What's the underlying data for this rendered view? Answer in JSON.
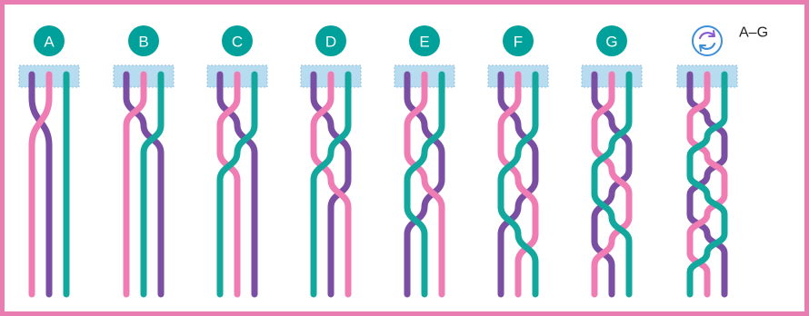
{
  "steps": [
    {
      "label": "A",
      "order": [
        "purple",
        "pink",
        "teal"
      ],
      "crossings": 1
    },
    {
      "label": "B",
      "order": [
        "purple",
        "pink",
        "teal"
      ],
      "crossings": 2
    },
    {
      "label": "C",
      "order": [
        "purple",
        "pink",
        "teal"
      ],
      "crossings": 3
    },
    {
      "label": "D",
      "order": [
        "purple",
        "pink",
        "teal"
      ],
      "crossings": 4
    },
    {
      "label": "E",
      "order": [
        "purple",
        "pink",
        "teal"
      ],
      "crossings": 5
    },
    {
      "label": "F",
      "order": [
        "purple",
        "pink",
        "teal"
      ],
      "crossings": 6
    },
    {
      "label": "G",
      "order": [
        "purple",
        "pink",
        "teal"
      ],
      "crossings": 7
    },
    {
      "label": "",
      "order": [
        "purple",
        "pink",
        "teal"
      ],
      "crossings": 9,
      "repeat": true
    }
  ],
  "repeat_label": "A–G",
  "colors": {
    "frame": "#e97cb1",
    "badge": "#00a19a",
    "purple": "#7a4ea3",
    "pink": "#f07cb4",
    "teal": "#12a89d",
    "tape": "#b7dcf0",
    "repeat_icon": "#3f8fd8"
  },
  "icons": {
    "repeat": "cycle-arrows-icon"
  }
}
